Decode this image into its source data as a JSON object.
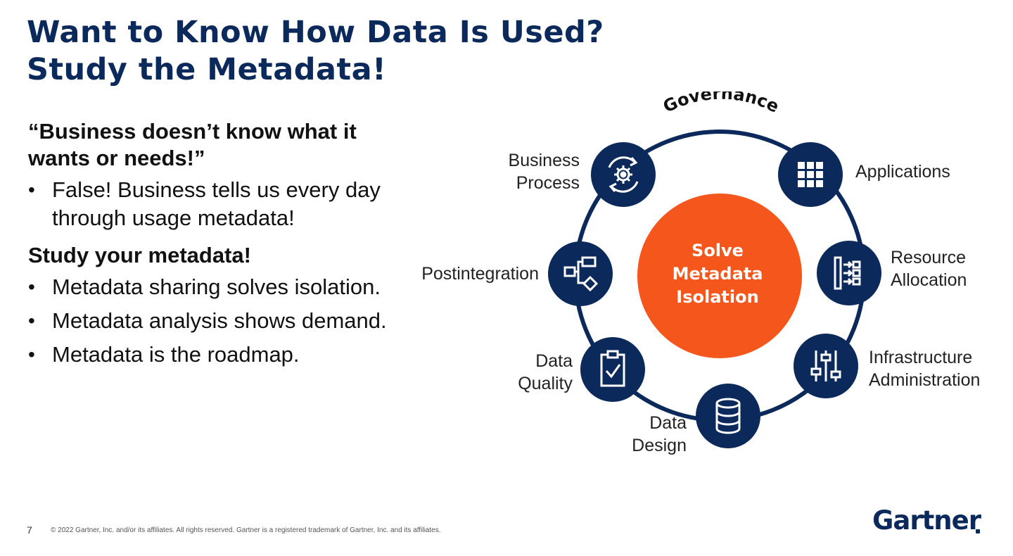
{
  "title": {
    "line1": "Want to Know How Data Is Used?",
    "line2": "Study the Metadata!"
  },
  "left": {
    "quote": "“Business doesn’t know what it wants or needs!”",
    "bullets1": [
      "False! Business tells us every day through usage metadata!"
    ],
    "subheading": "Study your metadata!",
    "bullets2": [
      "Metadata sharing solves isolation.",
      "Metadata analysis shows demand.",
      "Metadata is the roadmap."
    ]
  },
  "diagram": {
    "ring_label": "Governance",
    "center": {
      "line1": "Solve",
      "line2": "Metadata",
      "line3": "Isolation"
    },
    "nodes": [
      {
        "label_line1": "Business",
        "label_line2": "Process",
        "icon": "gear-cycle-icon"
      },
      {
        "label_line1": "Applications",
        "label_line2": "",
        "icon": "grid-icon"
      },
      {
        "label_line1": "Resource",
        "label_line2": "Allocation",
        "icon": "resource-flow-icon"
      },
      {
        "label_line1": "Infrastructure",
        "label_line2": "Administration",
        "icon": "sliders-icon"
      },
      {
        "label_line1": "Data",
        "label_line2": "Design",
        "icon": "database-icon"
      },
      {
        "label_line1": "Data",
        "label_line2": "Quality",
        "icon": "clipboard-check-icon"
      },
      {
        "label_line1": "Postintegration",
        "label_line2": "",
        "icon": "flowchart-icon"
      }
    ]
  },
  "footer": {
    "page_number": "7",
    "copyright": "© 2022 Gartner, Inc. and/or its affiliates. All rights reserved. Gartner is a registered trademark of Gartner, Inc. and its affiliates.",
    "logo": "Gartner"
  },
  "colors": {
    "navy": "#0b2a5b",
    "orange": "#f4561b",
    "white": "#ffffff"
  }
}
